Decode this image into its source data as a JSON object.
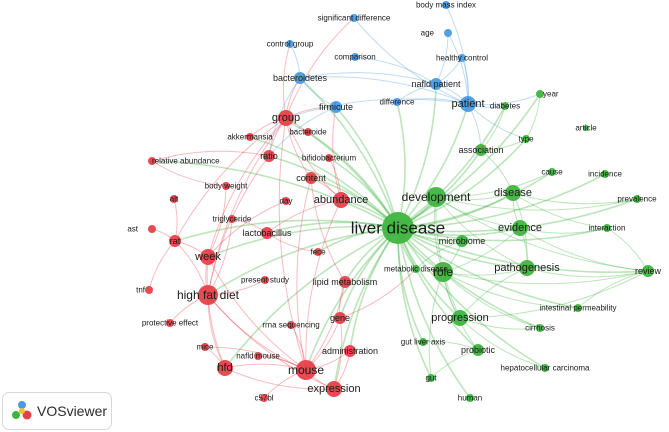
{
  "app": {
    "logo_text": "VOSviewer"
  },
  "colors": {
    "red": "#e8404a",
    "green": "#3fb53f",
    "blue": "#4a9be0"
  },
  "network": {
    "nodes": [
      {
        "id": "liver disease",
        "cluster": "green",
        "weight": 10
      },
      {
        "id": "development",
        "cluster": "green",
        "weight": 5
      },
      {
        "id": "disease",
        "cluster": "green",
        "weight": 4
      },
      {
        "id": "evidence",
        "cluster": "green",
        "weight": 4
      },
      {
        "id": "role",
        "cluster": "green",
        "weight": 5
      },
      {
        "id": "pathogenesis",
        "cluster": "green",
        "weight": 4
      },
      {
        "id": "progression",
        "cluster": "green",
        "weight": 4
      },
      {
        "id": "microbiome",
        "cluster": "green",
        "weight": 3
      },
      {
        "id": "association",
        "cluster": "green",
        "weight": 3
      },
      {
        "id": "type",
        "cluster": "green",
        "weight": 2
      },
      {
        "id": "cause",
        "cluster": "green",
        "weight": 2
      },
      {
        "id": "incidence",
        "cluster": "green",
        "weight": 2
      },
      {
        "id": "prevalence",
        "cluster": "green",
        "weight": 2
      },
      {
        "id": "interaction",
        "cluster": "green",
        "weight": 2
      },
      {
        "id": "review",
        "cluster": "green",
        "weight": 3
      },
      {
        "id": "intestinal permeability",
        "cluster": "green",
        "weight": 2
      },
      {
        "id": "cirrhosis",
        "cluster": "green",
        "weight": 2
      },
      {
        "id": "hepatocellular carcinoma",
        "cluster": "green",
        "weight": 2
      },
      {
        "id": "probiotic",
        "cluster": "green",
        "weight": 3
      },
      {
        "id": "gut liver axis",
        "cluster": "green",
        "weight": 2
      },
      {
        "id": "metabolic disease",
        "cluster": "green",
        "weight": 2
      },
      {
        "id": "gut",
        "cluster": "green",
        "weight": 2
      },
      {
        "id": "human",
        "cluster": "green",
        "weight": 2
      },
      {
        "id": "year",
        "cluster": "green",
        "weight": 2
      },
      {
        "id": "diabetes",
        "cluster": "green",
        "weight": 2
      },
      {
        "id": "article",
        "cluster": "green",
        "weight": 1
      },
      {
        "id": "patient",
        "cluster": "blue",
        "weight": 4
      },
      {
        "id": "nafld patient",
        "cluster": "blue",
        "weight": 3
      },
      {
        "id": "healthy control",
        "cluster": "blue",
        "weight": 2
      },
      {
        "id": "age",
        "cluster": "blue",
        "weight": 2
      },
      {
        "id": "body mass index",
        "cluster": "blue",
        "weight": 2
      },
      {
        "id": "significant difference",
        "cluster": "blue",
        "weight": 2
      },
      {
        "id": "comparison",
        "cluster": "blue",
        "weight": 2
      },
      {
        "id": "difference",
        "cluster": "blue",
        "weight": 2
      },
      {
        "id": "control group",
        "cluster": "blue",
        "weight": 2
      },
      {
        "id": "bacteroidetes",
        "cluster": "blue",
        "weight": 3
      },
      {
        "id": "firmicute",
        "cluster": "blue",
        "weight": 3
      },
      {
        "id": "group",
        "cluster": "red",
        "weight": 4
      },
      {
        "id": "bacteroide",
        "cluster": "red",
        "weight": 2
      },
      {
        "id": "akkermansia",
        "cluster": "red",
        "weight": 2
      },
      {
        "id": "bifidobacterium",
        "cluster": "red",
        "weight": 2
      },
      {
        "id": "ratio",
        "cluster": "red",
        "weight": 3
      },
      {
        "id": "relative abundance",
        "cluster": "red",
        "weight": 2
      },
      {
        "id": "content",
        "cluster": "red",
        "weight": 3
      },
      {
        "id": "body weight",
        "cluster": "red",
        "weight": 2
      },
      {
        "id": "abundance",
        "cluster": "red",
        "weight": 4
      },
      {
        "id": "alt",
        "cluster": "red",
        "weight": 2
      },
      {
        "id": "day",
        "cluster": "red",
        "weight": 2
      },
      {
        "id": "triglyceride",
        "cluster": "red",
        "weight": 2
      },
      {
        "id": "ast",
        "cluster": "red",
        "weight": 2
      },
      {
        "id": "lactobacillus",
        "cluster": "red",
        "weight": 3
      },
      {
        "id": "rat",
        "cluster": "red",
        "weight": 3
      },
      {
        "id": "fece",
        "cluster": "red",
        "weight": 2
      },
      {
        "id": "week",
        "cluster": "red",
        "weight": 4
      },
      {
        "id": "present study",
        "cluster": "red",
        "weight": 2
      },
      {
        "id": "lipid metabolism",
        "cluster": "red",
        "weight": 3
      },
      {
        "id": "tnf",
        "cluster": "red",
        "weight": 2
      },
      {
        "id": "high fat diet",
        "cluster": "red",
        "weight": 5
      },
      {
        "id": "protective effect",
        "cluster": "red",
        "weight": 2
      },
      {
        "id": "gene",
        "cluster": "red",
        "weight": 3
      },
      {
        "id": "rrna sequencing",
        "cluster": "red",
        "weight": 2
      },
      {
        "id": "mice",
        "cluster": "red",
        "weight": 2
      },
      {
        "id": "nafld mouse",
        "cluster": "red",
        "weight": 2
      },
      {
        "id": "administration",
        "cluster": "red",
        "weight": 3
      },
      {
        "id": "hfd",
        "cluster": "red",
        "weight": 4
      },
      {
        "id": "mouse",
        "cluster": "red",
        "weight": 5
      },
      {
        "id": "expression",
        "cluster": "red",
        "weight": 4
      },
      {
        "id": "c57bl",
        "cluster": "red",
        "weight": 2
      }
    ],
    "links": [
      [
        "liver disease",
        "development"
      ],
      [
        "liver disease",
        "disease"
      ],
      [
        "liver disease",
        "evidence"
      ],
      [
        "liver disease",
        "role"
      ],
      [
        "liver disease",
        "pathogenesis"
      ],
      [
        "liver disease",
        "progression"
      ],
      [
        "liver disease",
        "microbiome"
      ],
      [
        "liver disease",
        "association"
      ],
      [
        "liver disease",
        "review"
      ],
      [
        "liver disease",
        "prevalence"
      ],
      [
        "liver disease",
        "interaction"
      ],
      [
        "liver disease",
        "cause"
      ],
      [
        "liver disease",
        "incidence"
      ],
      [
        "liver disease",
        "type"
      ],
      [
        "liver disease",
        "patient"
      ],
      [
        "liver disease",
        "nafld patient"
      ],
      [
        "liver disease",
        "difference"
      ],
      [
        "liver disease",
        "firmicute"
      ],
      [
        "liver disease",
        "bacteroidetes"
      ],
      [
        "liver disease",
        "abundance"
      ],
      [
        "liver disease",
        "group"
      ],
      [
        "liver disease",
        "mouse"
      ],
      [
        "liver disease",
        "high fat diet"
      ],
      [
        "liver disease",
        "week"
      ],
      [
        "liver disease",
        "hfd"
      ],
      [
        "liver disease",
        "expression"
      ],
      [
        "liver disease",
        "gene"
      ],
      [
        "liver disease",
        "lipid metabolism"
      ],
      [
        "liver disease",
        "content"
      ],
      [
        "liver disease",
        "ratio"
      ],
      [
        "liver disease",
        "lactobacillus"
      ],
      [
        "liver disease",
        "probiotic"
      ],
      [
        "liver disease",
        "gut liver axis"
      ],
      [
        "liver disease",
        "cirrhosis"
      ],
      [
        "liver disease",
        "hepatocellular carcinoma"
      ],
      [
        "liver disease",
        "metabolic disease"
      ],
      [
        "liver disease",
        "gut"
      ],
      [
        "liver disease",
        "human"
      ],
      [
        "liver disease",
        "intestinal permeability"
      ],
      [
        "liver disease",
        "diabetes"
      ],
      [
        "liver disease",
        "year"
      ],
      [
        "liver disease",
        "administration"
      ],
      [
        "liver disease",
        "rat"
      ],
      [
        "liver disease",
        "fece"
      ],
      [
        "liver disease",
        "bifidobacterium"
      ],
      [
        "liver disease",
        "bacteroide"
      ],
      [
        "liver disease",
        "akkermansia"
      ],
      [
        "liver disease",
        "relative abundance"
      ],
      [
        "development",
        "role"
      ],
      [
        "development",
        "disease"
      ],
      [
        "development",
        "pathogenesis"
      ],
      [
        "development",
        "evidence"
      ],
      [
        "development",
        "progression"
      ],
      [
        "development",
        "review"
      ],
      [
        "development",
        "cause"
      ],
      [
        "development",
        "prevalence"
      ],
      [
        "role",
        "pathogenesis"
      ],
      [
        "role",
        "progression"
      ],
      [
        "role",
        "review"
      ],
      [
        "role",
        "microbiome"
      ],
      [
        "role",
        "evidence"
      ],
      [
        "role",
        "intestinal permeability"
      ],
      [
        "role",
        "cirrhosis"
      ],
      [
        "role",
        "probiotic"
      ],
      [
        "role",
        "gut"
      ],
      [
        "pathogenesis",
        "review"
      ],
      [
        "pathogenesis",
        "progression"
      ],
      [
        "pathogenesis",
        "disease"
      ],
      [
        "pathogenesis",
        "evidence"
      ],
      [
        "disease",
        "evidence"
      ],
      [
        "disease",
        "interaction"
      ],
      [
        "disease",
        "prevalence"
      ],
      [
        "disease",
        "association"
      ],
      [
        "evidence",
        "review"
      ],
      [
        "evidence",
        "interaction"
      ],
      [
        "progression",
        "cirrhosis"
      ],
      [
        "progression",
        "hepatocellular carcinoma"
      ],
      [
        "progression",
        "review"
      ],
      [
        "association",
        "patient"
      ],
      [
        "association",
        "type"
      ],
      [
        "association",
        "diabetes"
      ],
      [
        "patient",
        "nafld patient"
      ],
      [
        "patient",
        "diabetes"
      ],
      [
        "patient",
        "healthy control"
      ],
      [
        "patient",
        "type"
      ],
      [
        "patient",
        "year"
      ],
      [
        "patient",
        "difference"
      ],
      [
        "patient",
        "group"
      ],
      [
        "patient",
        "bacteroidetes"
      ],
      [
        "patient",
        "age"
      ],
      [
        "patient",
        "body mass index"
      ],
      [
        "nafld patient",
        "healthy control"
      ],
      [
        "nafld patient",
        "comparison"
      ],
      [
        "nafld patient",
        "difference"
      ],
      [
        "nafld patient",
        "age"
      ],
      [
        "nafld patient",
        "bacteroidetes"
      ],
      [
        "bacteroidetes",
        "firmicute"
      ],
      [
        "bacteroidetes",
        "control group"
      ],
      [
        "bacteroidetes",
        "group"
      ],
      [
        "bacteroidetes",
        "ratio"
      ],
      [
        "firmicute",
        "ratio"
      ],
      [
        "firmicute",
        "group"
      ],
      [
        "firmicute",
        "abundance"
      ],
      [
        "control group",
        "group"
      ],
      [
        "significant difference",
        "group"
      ],
      [
        "significant difference",
        "patient"
      ],
      [
        "group",
        "ratio"
      ],
      [
        "group",
        "abundance"
      ],
      [
        "group",
        "content"
      ],
      [
        "group",
        "week"
      ],
      [
        "group",
        "high fat diet"
      ],
      [
        "group",
        "bacteroide"
      ],
      [
        "group",
        "akkermansia"
      ],
      [
        "group",
        "mouse"
      ],
      [
        "group",
        "rat"
      ],
      [
        "abundance",
        "lactobacillus"
      ],
      [
        "abundance",
        "content"
      ],
      [
        "abundance",
        "bifidobacterium"
      ],
      [
        "abundance",
        "mouse"
      ],
      [
        "ratio",
        "high fat diet"
      ],
      [
        "ratio",
        "relative abundance"
      ],
      [
        "content",
        "mouse"
      ],
      [
        "content",
        "lipid metabolism"
      ],
      [
        "week",
        "high fat diet"
      ],
      [
        "week",
        "mouse"
      ],
      [
        "week",
        "hfd"
      ],
      [
        "week",
        "rat"
      ],
      [
        "week",
        "body weight"
      ],
      [
        "high fat diet",
        "mouse"
      ],
      [
        "high fat diet",
        "hfd"
      ],
      [
        "high fat diet",
        "rat"
      ],
      [
        "high fat diet",
        "expression"
      ],
      [
        "high fat diet",
        "protective effect"
      ],
      [
        "high fat diet",
        "triglyceride"
      ],
      [
        "high fat diet",
        "present study"
      ],
      [
        "mouse",
        "hfd"
      ],
      [
        "mouse",
        "expression"
      ],
      [
        "mouse",
        "administration"
      ],
      [
        "mouse",
        "gene"
      ],
      [
        "mouse",
        "c57bl"
      ],
      [
        "mouse",
        "nafld mouse"
      ],
      [
        "mouse",
        "rrna sequencing"
      ],
      [
        "mouse",
        "mice"
      ],
      [
        "mouse",
        "lipid metabolism"
      ],
      [
        "hfd",
        "expression"
      ],
      [
        "hfd",
        "mice"
      ],
      [
        "expression",
        "gene"
      ],
      [
        "expression",
        "administration"
      ],
      [
        "lipid metabolism",
        "gene"
      ],
      [
        "lactobacillus",
        "triglyceride"
      ],
      [
        "lactobacillus",
        "fece"
      ],
      [
        "rat",
        "alt"
      ],
      [
        "rat",
        "ast"
      ],
      [
        "rat",
        "tnf"
      ],
      [
        "day",
        "week"
      ],
      [
        "relative abundance",
        "body weight"
      ],
      [
        "gene",
        "metabolic disease"
      ],
      [
        "probiotic",
        "gut liver axis"
      ],
      [
        "probiotic",
        "gut"
      ],
      [
        "microbiome",
        "metabolic disease"
      ],
      [
        "type",
        "year"
      ],
      [
        "review",
        "interaction"
      ],
      [
        "review",
        "intestinal permeability"
      ]
    ]
  }
}
